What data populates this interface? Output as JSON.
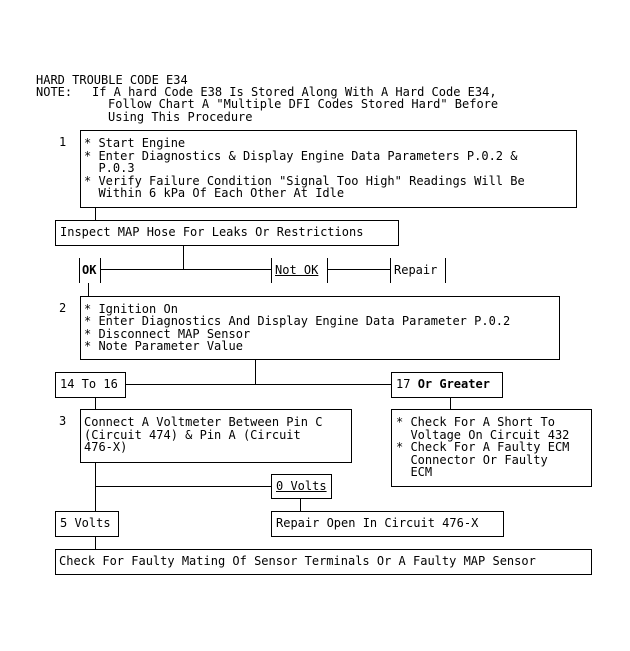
{
  "header": {
    "title": "HARD TROUBLE CODE E34",
    "note_label": "NOTE:",
    "note_lines": [
      "If A hard Code E38 Is Stored Along With A Hard Code E34,",
      "Follow Chart A \"Multiple DFI Codes Stored Hard\" Before",
      "Using This Procedure"
    ]
  },
  "step1": {
    "number": "1",
    "lines": [
      "* Start Engine",
      "* Enter Diagnostics & Display Engine Data Parameters P.0.2 &",
      "  P.0.3",
      "* Verify Failure Condition \"Signal Too High\" Readings Will Be",
      "  Within 6 kPa Of Each Other At Idle"
    ]
  },
  "inspect": {
    "text": "Inspect MAP Hose For Leaks Or Restrictions"
  },
  "ok": {
    "text": "OK"
  },
  "not_ok": {
    "text": "Not OK"
  },
  "repair": {
    "text": "Repair"
  },
  "step2": {
    "number": "2",
    "lines": [
      "* Ignition On",
      "* Enter Diagnostics And Display Engine Data Parameter P.0.2",
      "* Disconnect MAP Sensor",
      "* Note Parameter Value"
    ]
  },
  "range_low": {
    "text": "14 To 16"
  },
  "range_high": {
    "prefix": "17 ",
    "bold": "Or Greater"
  },
  "step3": {
    "number": "3",
    "lines": [
      "Connect A Voltmeter Between Pin C",
      "(Circuit 474) & Pin A (Circuit",
      "476-X)"
    ]
  },
  "short_check": {
    "lines": [
      "* Check For A Short To",
      "  Voltage On Circuit 432",
      "* Check For A Faulty ECM",
      "  Connector Or Faulty",
      "  ECM"
    ]
  },
  "zero_volts": {
    "text": "0 Volts"
  },
  "five_volts": {
    "text": "5 Volts"
  },
  "repair_open": {
    "text": "Repair Open In Circuit 476-X"
  },
  "final": {
    "text": "Check For Faulty Mating Of Sensor Terminals Or A Faulty MAP Sensor"
  }
}
